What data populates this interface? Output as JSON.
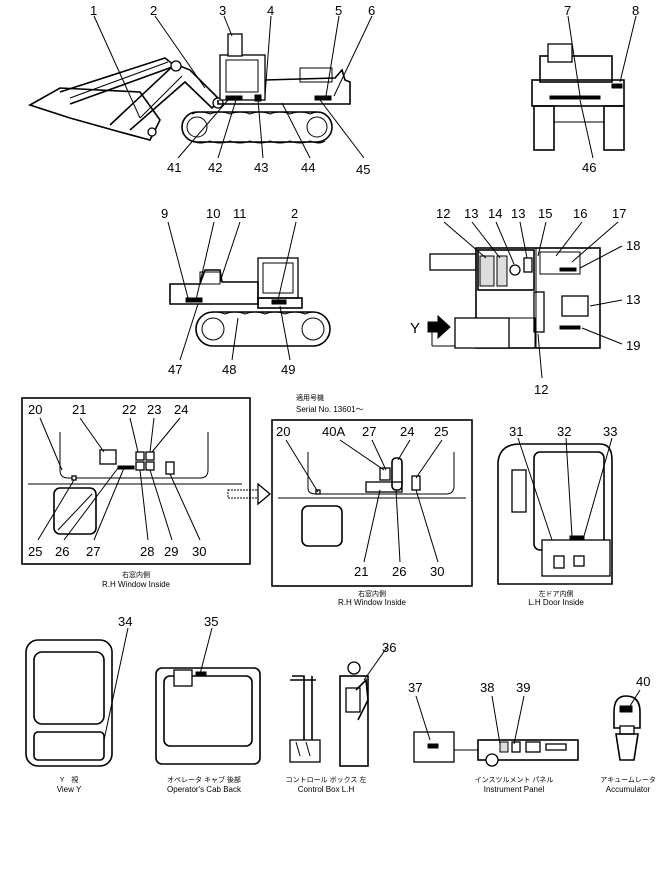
{
  "callouts": {
    "c1": "1",
    "c2": "2",
    "c3": "3",
    "c4": "4",
    "c5": "5",
    "c6": "6",
    "c7": "7",
    "c8": "8",
    "c41": "41",
    "c42": "42",
    "c43": "43",
    "c44": "44",
    "c45": "45",
    "c46": "46",
    "c9": "9",
    "c10": "10",
    "c11": "11",
    "c2b": "2",
    "c47": "47",
    "c48": "48",
    "c49": "49",
    "c12a": "12",
    "c13a": "13",
    "c14": "14",
    "c13b": "13",
    "c15": "15",
    "c16": "16",
    "c17": "17",
    "c18": "18",
    "c13c": "13",
    "c19": "19",
    "c12b": "12",
    "c20": "20",
    "c21": "21",
    "c22": "22",
    "c23": "23",
    "c24": "24",
    "c25": "25",
    "c26": "26",
    "c27": "27",
    "c28": "28",
    "c29": "29",
    "c30": "30",
    "d20": "20",
    "d40A": "40A",
    "d27": "27",
    "d24": "24",
    "d25": "25",
    "d21": "21",
    "d26": "26",
    "d30": "30",
    "c31": "31",
    "c32": "32",
    "c33": "33",
    "c34": "34",
    "c35": "35",
    "c36": "36",
    "c37": "37",
    "c38": "38",
    "c39": "39",
    "c40": "40"
  },
  "labels": {
    "view_y_letter": "Y",
    "rh_window_jp": "右窓内側",
    "rh_window_en": "R.H Window Inside",
    "serial_jp": "適用号機",
    "serial_en": "Serial No. 13601～",
    "rh_window2_jp": "右窓内側",
    "rh_window2_en": "R.H Window Inside",
    "lh_door_jp": "左ドア内側",
    "lh_door_en": "L.H Door Inside",
    "view_y_jp": "Y　視",
    "view_y_en": "View Y",
    "cab_back_jp": "オペレータ キャブ 後部",
    "cab_back_en": "Operator's Cab Back",
    "control_box_jp": "コントロール ボックス 左",
    "control_box_en": "Control Box L.H",
    "instrument_jp": "インスツルメント パネル",
    "instrument_en": "Instrument Panel",
    "accumulator_jp": "アキュームレータ",
    "accumulator_en": "Accumulator"
  }
}
